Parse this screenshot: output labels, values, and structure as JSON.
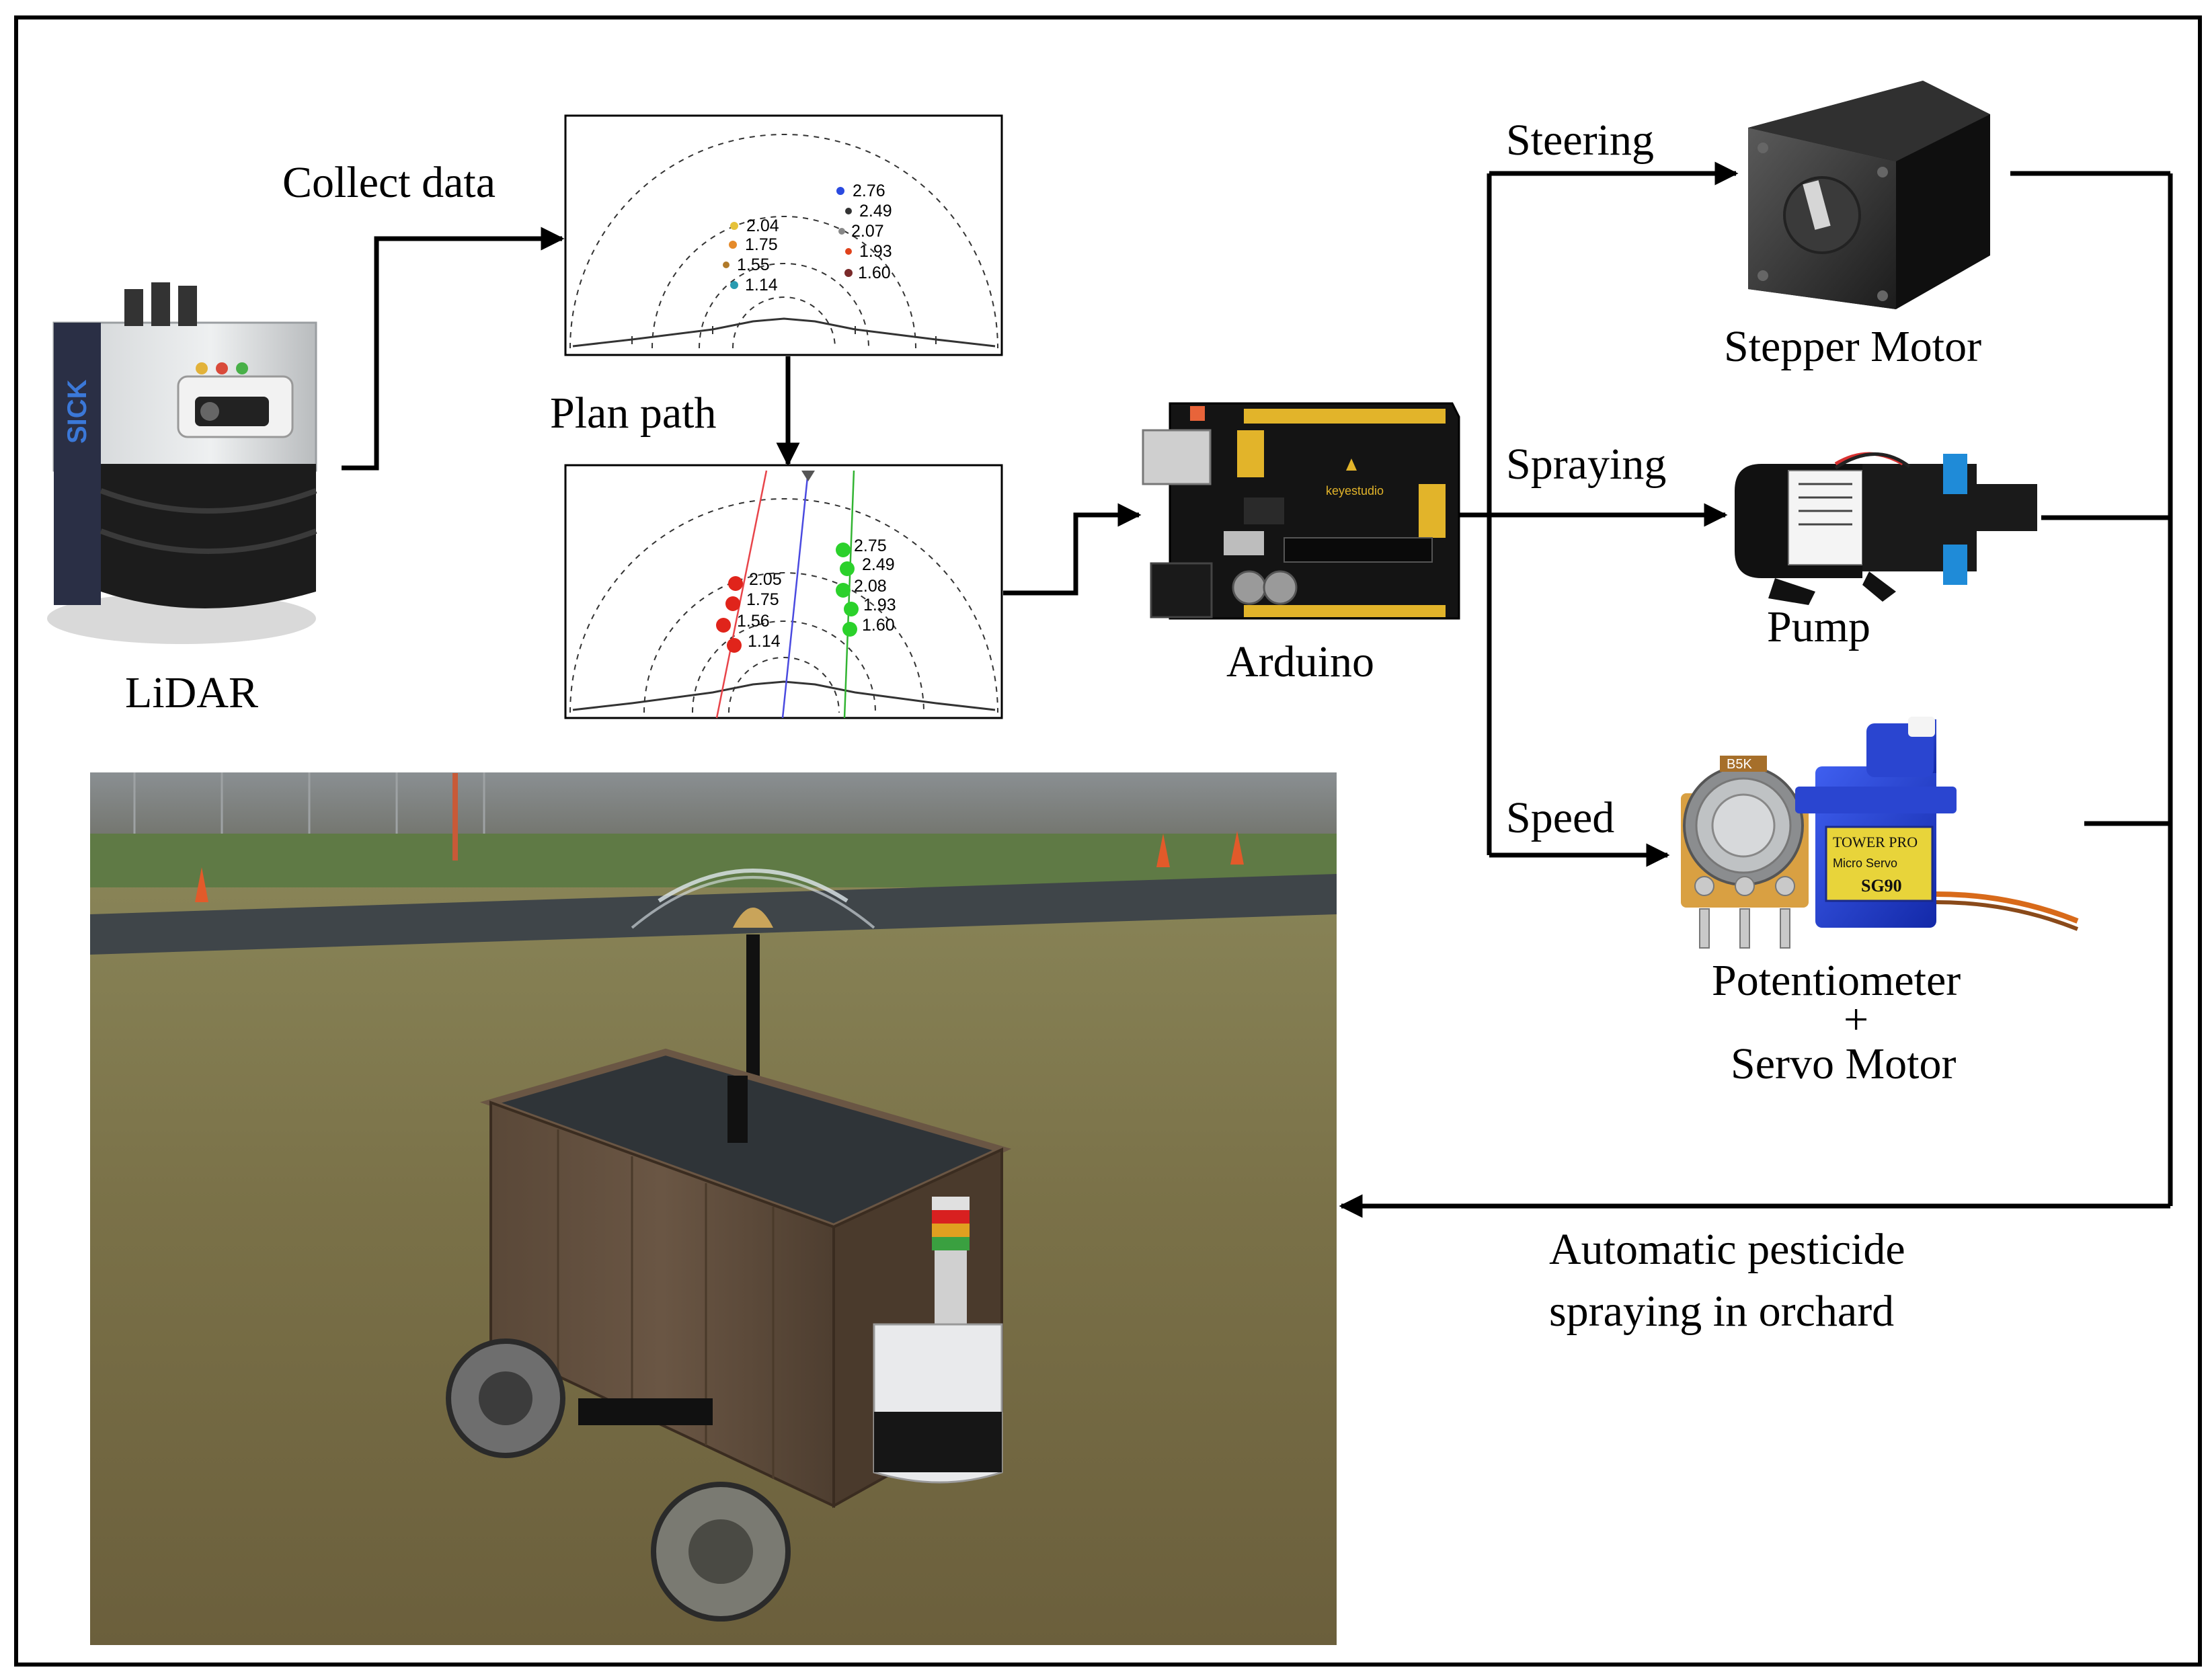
{
  "labels": {
    "collect": "Collect data",
    "plan": "Plan path",
    "lidar": "LiDAR",
    "arduino": "Arduino",
    "steering": "Steering",
    "spraying": "Spraying",
    "speed": "Speed",
    "stepper": "Stepper Motor",
    "pump": "Pump",
    "pot": "Potentiometer",
    "plus": "+",
    "servo": "Servo Motor",
    "auto_line1": "Automatic pesticide",
    "auto_line2": "spraying in orchard"
  },
  "lidar_device": {
    "brand": "SICK"
  },
  "arduino_board": {
    "brand": "keyestudio"
  },
  "potentiometer": {
    "marking": "B5K"
  },
  "servo": {
    "brand": "TOWER PRO",
    "model_line": "Micro Servo",
    "model": "SG90"
  },
  "plot_collect": {
    "left": [
      "2.04",
      "1.75",
      "1.55",
      "1.14"
    ],
    "right": [
      "2.76",
      "2.49",
      "2.07",
      "1.93",
      "1.60"
    ]
  },
  "plot_plan": {
    "left": [
      "2.05",
      "1.75",
      "1.56",
      "1.14"
    ],
    "right": [
      "2.75",
      "2.49",
      "2.08",
      "1.93",
      "1.60"
    ]
  },
  "colors": {
    "left_marker": "#e0241b",
    "right_marker": "#2bd12b",
    "left_path": "#e8444a",
    "center_path": "#4a4ae0",
    "right_path": "#32b432"
  }
}
